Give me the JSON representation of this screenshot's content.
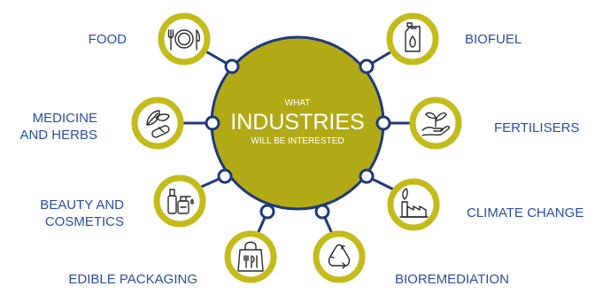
{
  "center": {
    "top": "WHAT",
    "main": "INDUSTRIES",
    "bottom": "WILL BE INTERESTED"
  },
  "colors": {
    "olive": "#b1aa16",
    "olive_ring": "#c3bb1a",
    "navy": "#1f3a7a",
    "label_blue": "#2a4fa0"
  },
  "industries": [
    {
      "label": "FOOD",
      "icon": "plate-cutlery-icon"
    },
    {
      "label": "BIOFUEL",
      "icon": "fuel-canister-icon"
    },
    {
      "label": "MEDICINE\nAND HERBS",
      "icon": "herbs-pill-icon"
    },
    {
      "label": "FERTILISERS",
      "icon": "hand-sprout-icon"
    },
    {
      "label": "BEAUTY AND\nCOSMETICS",
      "icon": "cosmetic-bottles-icon"
    },
    {
      "label": "CLIMATE CHANGE",
      "icon": "factory-leaf-icon"
    },
    {
      "label": "EDIBLE PACKAGING",
      "icon": "shopping-bag-cutlery-icon"
    },
    {
      "label": "BIOREMEDIATION",
      "icon": "recycle-icon"
    }
  ]
}
